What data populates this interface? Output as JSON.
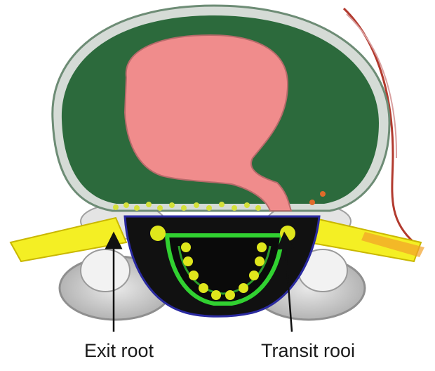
{
  "labels": {
    "exit_root": "Exit root",
    "transit_root": "Transit rooi"
  },
  "colors": {
    "disc_outer": "#2f6b3f",
    "disc_ring": "#cfd6d0",
    "nucleus": "#f08a8a",
    "canal": "#111111",
    "dura_ring": "#33cc33",
    "nerve_dots": "#d9e619",
    "nerve_root": "#f2ee22",
    "bone_gray": "#bdbdbd",
    "artery": "#c0392b"
  },
  "icons": [
    "arrow-exit",
    "arrow-transit"
  ]
}
